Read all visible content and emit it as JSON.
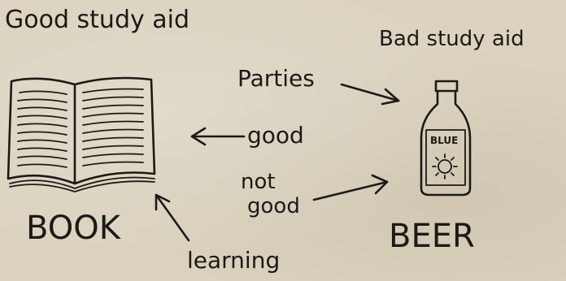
{
  "left_caption": "Good study aid",
  "right_caption": "Bad study aid",
  "book_label": "BOOK",
  "beer_label": "BEER",
  "bottle_text": "BLUE",
  "arrows": {
    "parties": "Parties",
    "good": "good",
    "not_good_line1": "not",
    "not_good_line2": "good",
    "learning": "learning"
  },
  "colors": {
    "paper": "#dbd3bf",
    "ink": "#1c1a17"
  }
}
